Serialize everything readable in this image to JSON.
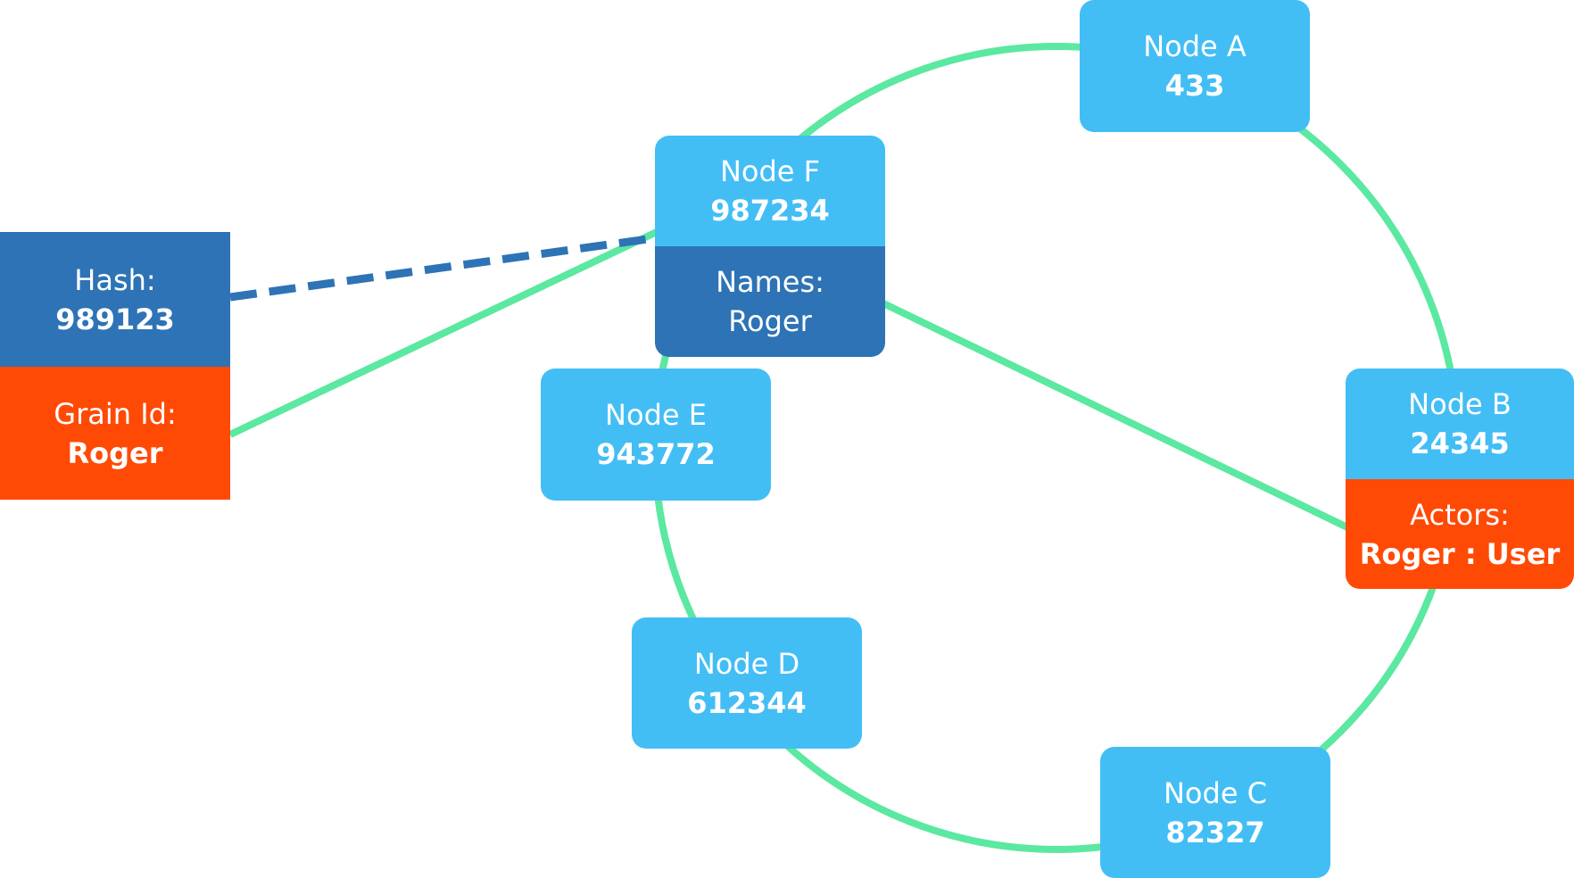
{
  "colors": {
    "ring": "#5BE8A0",
    "node": "#43BEF5",
    "hash": "#2E73B5",
    "grain": "#FF4A06",
    "dashed_link": "#2E73B5"
  },
  "grain": {
    "hash_label": "Hash:",
    "hash_value": "989123",
    "id_label": "Grain Id:",
    "id_value": "Roger"
  },
  "nodes": {
    "a": {
      "name": "Node A",
      "value": "433"
    },
    "b": {
      "name": "Node B",
      "value": "24345",
      "extra_label": "Actors:",
      "extra_value": "Roger : User"
    },
    "c": {
      "name": "Node C",
      "value": "82327"
    },
    "d": {
      "name": "Node D",
      "value": "612344"
    },
    "e": {
      "name": "Node E",
      "value": "943772"
    },
    "f": {
      "name": "Node F",
      "value": "987234",
      "extra_label": "Names:",
      "extra_value": "Roger"
    }
  }
}
